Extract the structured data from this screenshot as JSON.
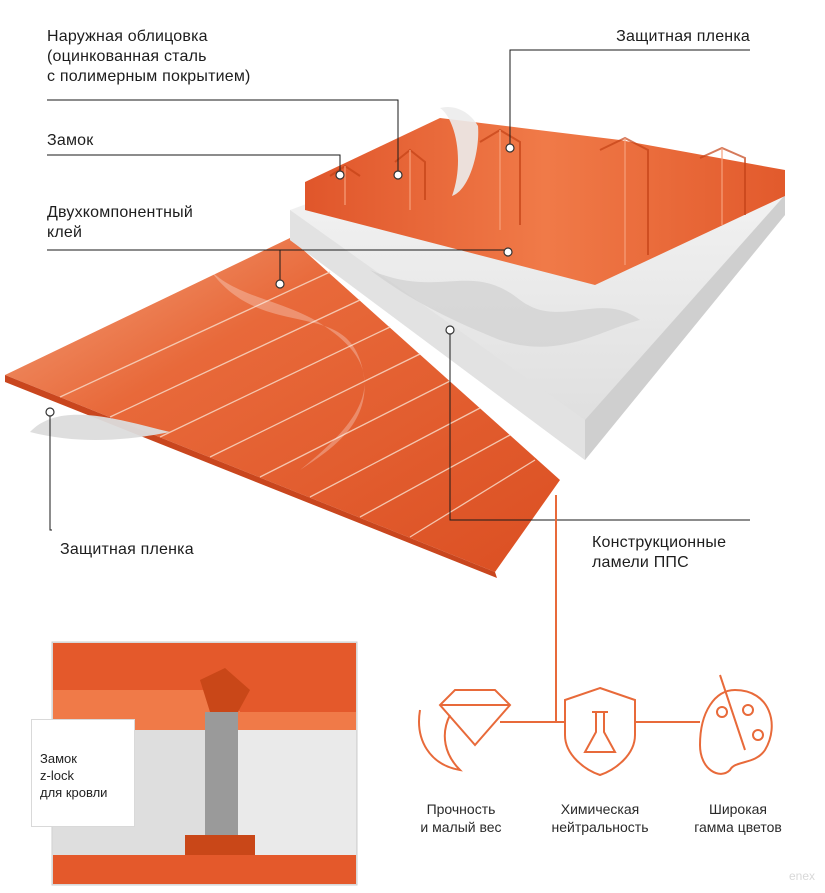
{
  "labels": {
    "outer_cladding": [
      "Наружная облицовка",
      "(оцинкованная сталь",
      "с полимерным покрытием)"
    ],
    "protective_film_top": "Защитная пленка",
    "lock": "Замок",
    "glue": [
      "Двухкомпонентный",
      "клей"
    ],
    "protective_film_bottom": "Защитная пленка",
    "lamellae": [
      "Конструкционные",
      "ламели ППС"
    ]
  },
  "inset": {
    "note": [
      "Замок",
      "z-lock",
      "для кровли"
    ]
  },
  "features": [
    {
      "icon": "diamond-feather-icon",
      "label": [
        "Прочность",
        "и малый вес"
      ]
    },
    {
      "icon": "shield-flask-icon",
      "label": [
        "Химическая",
        "нейтральность"
      ]
    },
    {
      "icon": "palette-brush-icon",
      "label": [
        "Широкая",
        "гамма цветов"
      ]
    }
  ],
  "brand": {
    "watermark": "enex"
  },
  "colors": {
    "steel_orange": "#e4592b",
    "steel_light": "#f08a5c",
    "core": "#ececec",
    "accent_line": "#e86a3a"
  }
}
